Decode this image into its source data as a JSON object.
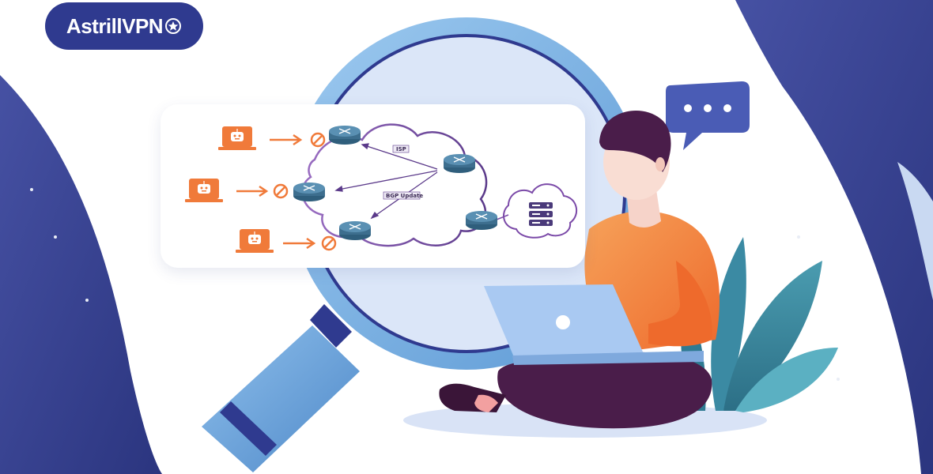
{
  "brand": {
    "name": "AstrillVPN",
    "color": "#2f3a8f"
  },
  "diagram": {
    "labels": {
      "isp": "ISP",
      "bgp_update": "BGP Update"
    },
    "icons": [
      "bot-laptop-icon",
      "blocked-icon",
      "router-icon",
      "cloud-icon",
      "server-icon"
    ]
  },
  "colors": {
    "navy": "#2f3a8f",
    "sky_blue": "#7fb3e0",
    "orange": "#f07a3a",
    "purple": "#4a1d4a",
    "teal_leaf": "#3a8a9e",
    "router": "#3d6e8e"
  }
}
